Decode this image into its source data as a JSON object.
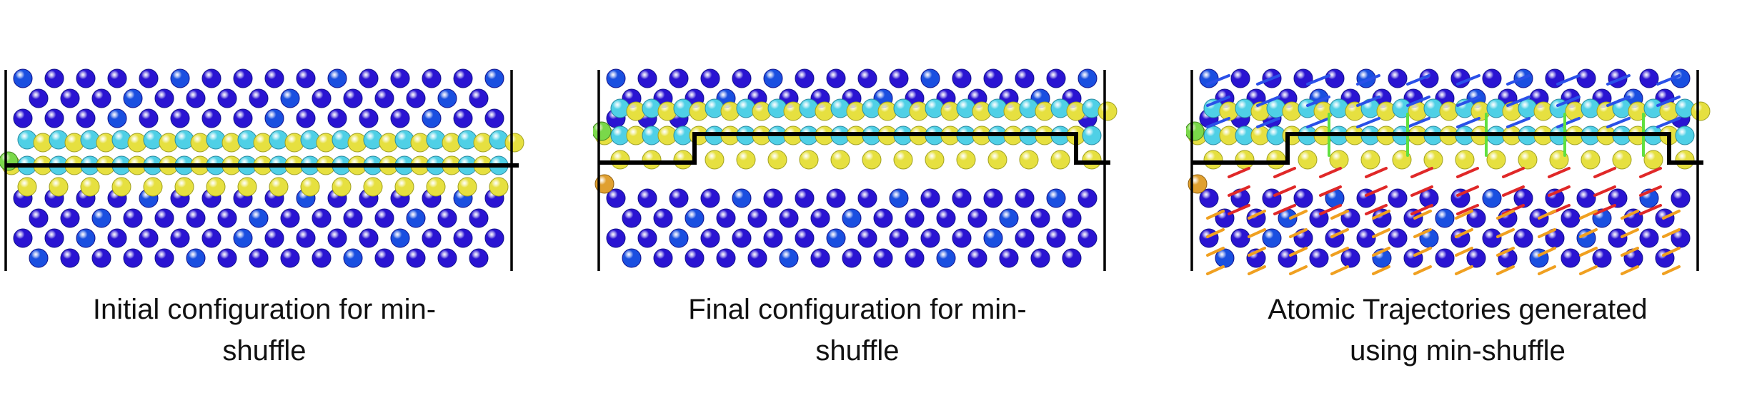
{
  "panels": [
    {
      "id": "initial",
      "caption": "Initial configuration for min-\nshuffle",
      "boundary": "flat",
      "trajectories": false
    },
    {
      "id": "final",
      "caption": "Final configuration for min-\nshuffle",
      "boundary": "step",
      "trajectories": false
    },
    {
      "id": "trajectories",
      "caption": "Atomic Trajectories generated\nusing min-shuffle",
      "boundary": "step",
      "trajectories": true
    }
  ],
  "colors": {
    "bulk_atom": "#2a14d2",
    "bulk_atom_alt": "#1a4fe0",
    "interface_cyan": "#4fd0e6",
    "interface_yellow": "#e6e040",
    "interface_green": "#7ad84a",
    "interface_orange": "#e0a030",
    "boundary_line": "#000000",
    "traj_blue": "#2a50e8",
    "traj_red": "#e02828",
    "traj_orange": "#f0a020",
    "traj_green": "#60e040"
  }
}
